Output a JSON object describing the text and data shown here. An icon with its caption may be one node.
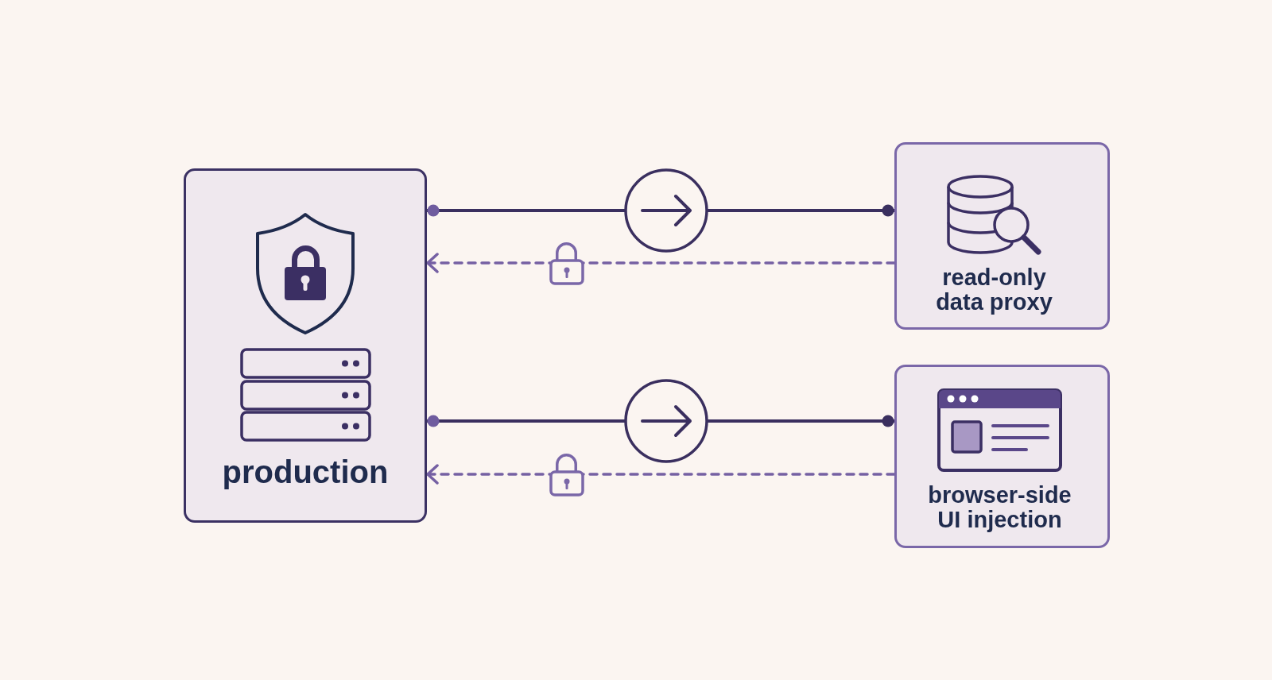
{
  "diagram": {
    "nodes": [
      {
        "text": [
          "production"
        ]
      },
      {
        "text": [
          "read-only data proxy"
        ]
      },
      {
        "text": [
          "browser-side UI injection"
        ]
      }
    ],
    "edges": [
      {
        "from": 0,
        "to": 1,
        "arrow": "other"
      },
      {
        "from": 1,
        "to": 0,
        "arrow": "to",
        "style": "dashed",
        "color": "#7560a3"
      },
      {
        "from": 0,
        "to": 2,
        "arrow": "other"
      },
      {
        "from": 2,
        "to": 0,
        "arrow": "to",
        "style": "dashed",
        "color": "#7560a3"
      }
    ]
  }
}
